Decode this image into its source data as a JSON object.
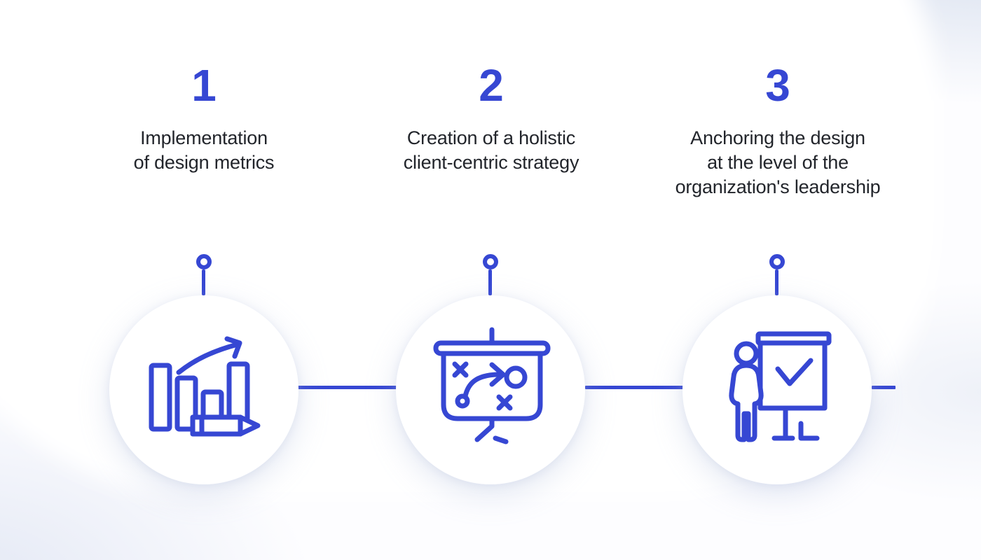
{
  "accent_color": "#3647d3",
  "text_color": "#22252b",
  "background_base": "#fdfdff",
  "background_corner_tint": "#e2e7f4",
  "steps": [
    {
      "number": "1",
      "label": "Implementation\nof design metrics",
      "icon": "bar-chart-growth-pencil-icon"
    },
    {
      "number": "2",
      "label": "Creation of a holistic\nclient-centric strategy",
      "icon": "strategy-board-icon"
    },
    {
      "number": "3",
      "label": "Anchoring the design\nat the level of the\norganization's leadership",
      "icon": "presenter-checkmark-board-icon"
    }
  ]
}
